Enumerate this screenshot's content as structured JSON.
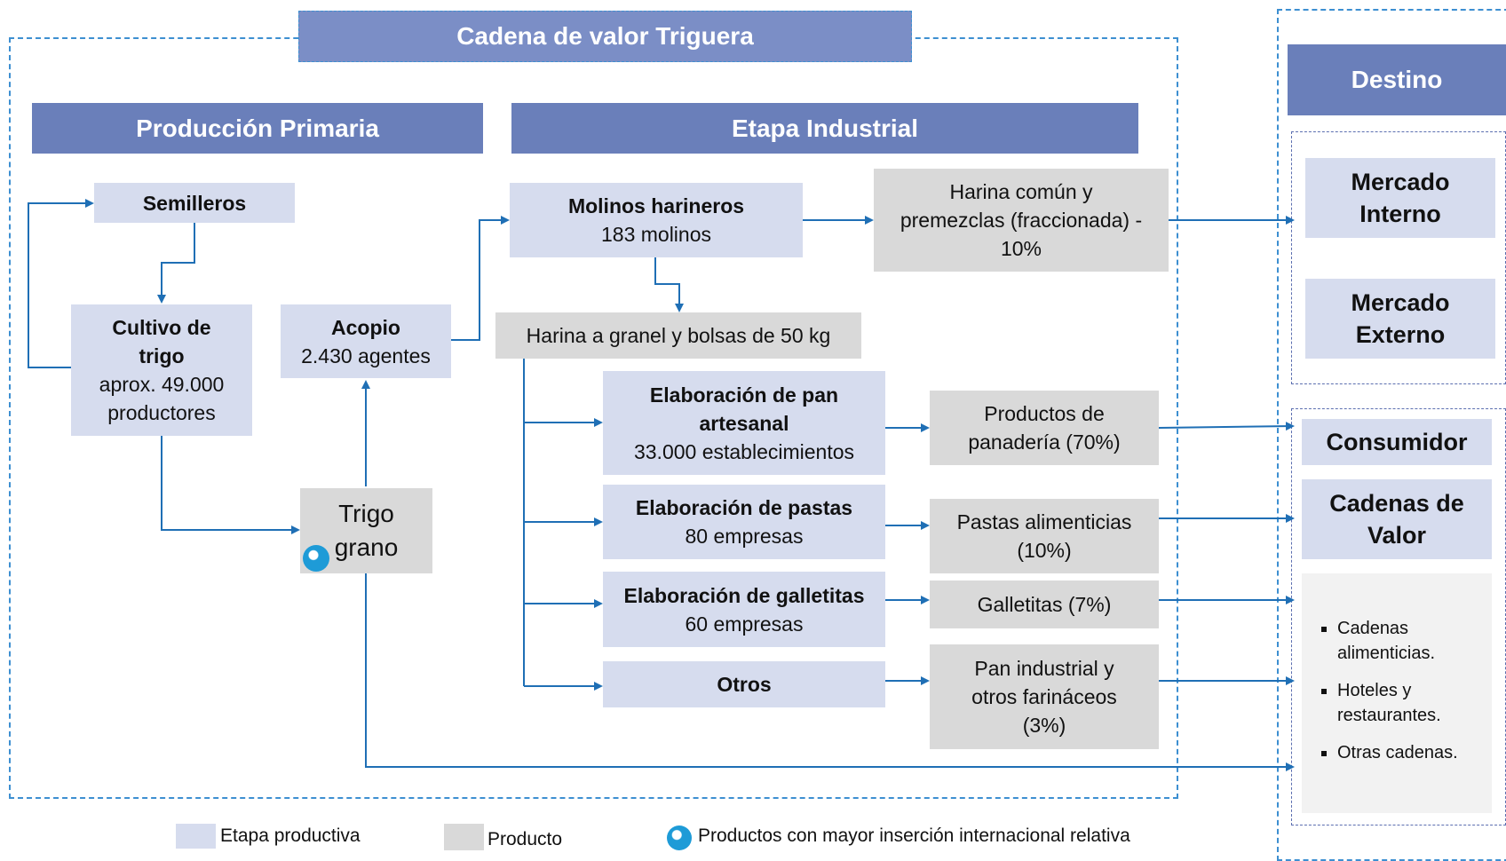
{
  "title": "Cadena de valor Triguera",
  "sections": {
    "primary": "Producción Primaria",
    "industrial": "Etapa Industrial",
    "destination": "Destino"
  },
  "nodes": {
    "semilleros": "Semilleros",
    "cultivo_title_1": "Cultivo de",
    "cultivo_title_2": "trigo",
    "cultivo_sub_1": "aprox. 49.000",
    "cultivo_sub_2": "productores",
    "acopio_title": "Acopio",
    "acopio_sub": "2.430 agentes",
    "trigo_1": "Trigo",
    "trigo_2": "grano",
    "molinos_title": "Molinos harineros",
    "molinos_sub": "183 molinos",
    "harina_comun_1": "Harina  común  y",
    "harina_comun_2": "premezclas (fraccionada)  -",
    "harina_comun_3": "10%",
    "harina_granel": "Harina a granel y bolsas de 50 kg",
    "pan_title_1": "Elaboración de pan",
    "pan_title_2": "artesanal",
    "pan_sub": "33.000 establecimientos",
    "pastas_title": "Elaboración de pastas",
    "pastas_sub": "80 empresas",
    "galletitas_title": "Elaboración de galletitas",
    "galletitas_sub": "60 empresas",
    "otros": "Otros"
  },
  "products": {
    "panaderia_1": "Productos de",
    "panaderia_2": "panadería (70%)",
    "pastas_1": "Pastas  alimenticias",
    "pastas_2": "(10%)",
    "galletitas": "Galletitas (7%)",
    "pan_ind_1": "Pan industrial y",
    "pan_ind_2": "otros farináceos",
    "pan_ind_3": "(3%)"
  },
  "destinations": {
    "mercado_interno_1": "Mercado",
    "mercado_interno_2": "Interno",
    "mercado_externo_1": "Mercado",
    "mercado_externo_2": "Externo",
    "consumidor": "Consumidor",
    "cadenas_1": "Cadenas de",
    "cadenas_2": "Valor",
    "bullets": [
      "Cadenas alimenticias.",
      "Hoteles y restaurantes.",
      "Otras cadenas."
    ]
  },
  "legend": {
    "stage": "Etapa productiva",
    "product": "Producto",
    "highlight": "Productos con mayor inserción internacional relativa"
  },
  "colors": {
    "stage_fill": "#d6dcee",
    "product_fill": "#d9d9d9",
    "header_fill": "#6a7fba",
    "arrow": "#1f6fb5",
    "highlight_dot": "#1e9bd7"
  }
}
